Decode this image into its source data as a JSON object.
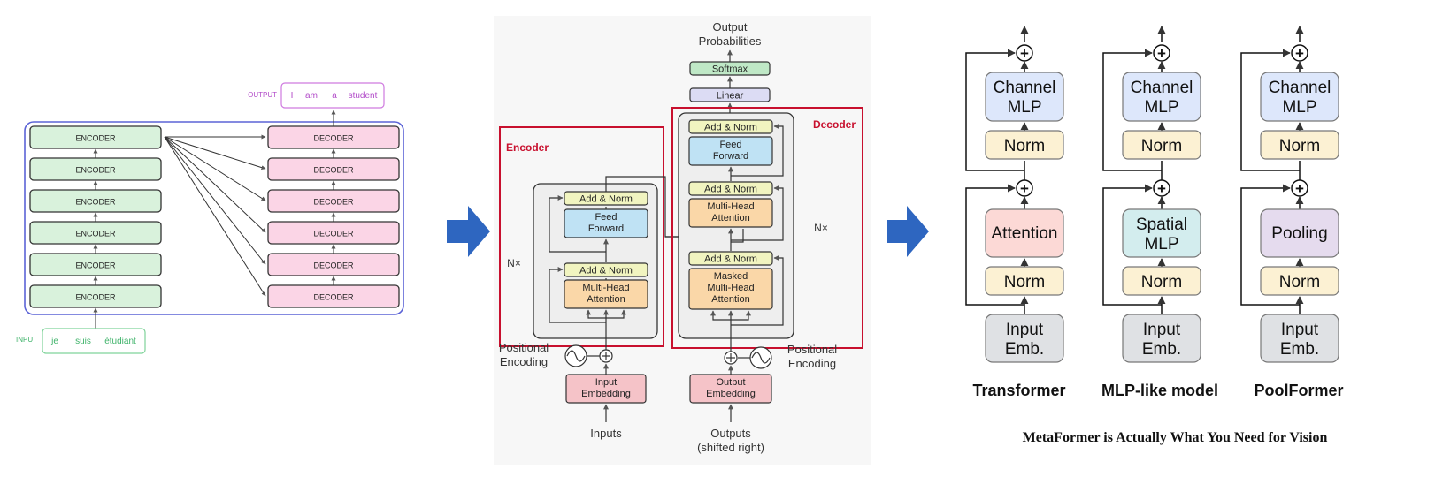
{
  "left_panel": {
    "encoder_label": "ENCODER",
    "decoder_label": "DECODER",
    "input_tag": "INPUT",
    "input_words": [
      "je",
      "suis",
      "étudiant"
    ],
    "output_tag": "OUTPUT",
    "output_words": [
      "I",
      "am",
      "a",
      "student"
    ]
  },
  "middle_panel": {
    "output_probabilities": [
      "Output",
      "Probabilities"
    ],
    "softmax": "Softmax",
    "linear": "Linear",
    "encoder_title": "Encoder",
    "decoder_title": "Decoder",
    "add_norm": "Add & Norm",
    "feed_forward": [
      "Feed",
      "Forward"
    ],
    "multi_head_attention": [
      "Multi-Head",
      "Attention"
    ],
    "masked_multi_head_attention": [
      "Masked",
      "Multi-Head",
      "Attention"
    ],
    "nx": "N×",
    "positional_encoding": [
      "Positional",
      "Encoding"
    ],
    "input_embedding": [
      "Input",
      "Embedding"
    ],
    "output_embedding": [
      "Output",
      "Embedding"
    ],
    "inputs": "Inputs",
    "outputs": [
      "Outputs",
      "(shifted right)"
    ]
  },
  "right_panel": {
    "channel_mlp": [
      "Channel",
      "MLP"
    ],
    "norm": "Norm",
    "attention": "Attention",
    "spatial_mlp": [
      "Spatial",
      "MLP"
    ],
    "pooling": "Pooling",
    "input_emb": [
      "Input",
      "Emb."
    ],
    "plus": "+",
    "model_names": [
      "Transformer",
      "MLP-like model",
      "PoolFormer"
    ],
    "caption": "MetaFormer is Actually What You Need for Vision"
  },
  "colors": {
    "encoder_fill": "#d9f2dc",
    "decoder_fill": "#fbd5e6",
    "blue_arrow": "#2e66c0",
    "red_frame": "#c8102e",
    "addnorm_fill": "#f1f4c0",
    "ff_fill": "#bfe2f4",
    "mha_fill": "#fad7a8",
    "emb_fill": "#f5c3c8",
    "channel_fill": "#dde7fb",
    "norm_fill": "#fcf1d3",
    "attention_fill": "#fcd9d6",
    "spatial_fill": "#d3edee",
    "pooling_fill": "#e5dbee",
    "inputemb_fill": "#dfe1e4"
  }
}
